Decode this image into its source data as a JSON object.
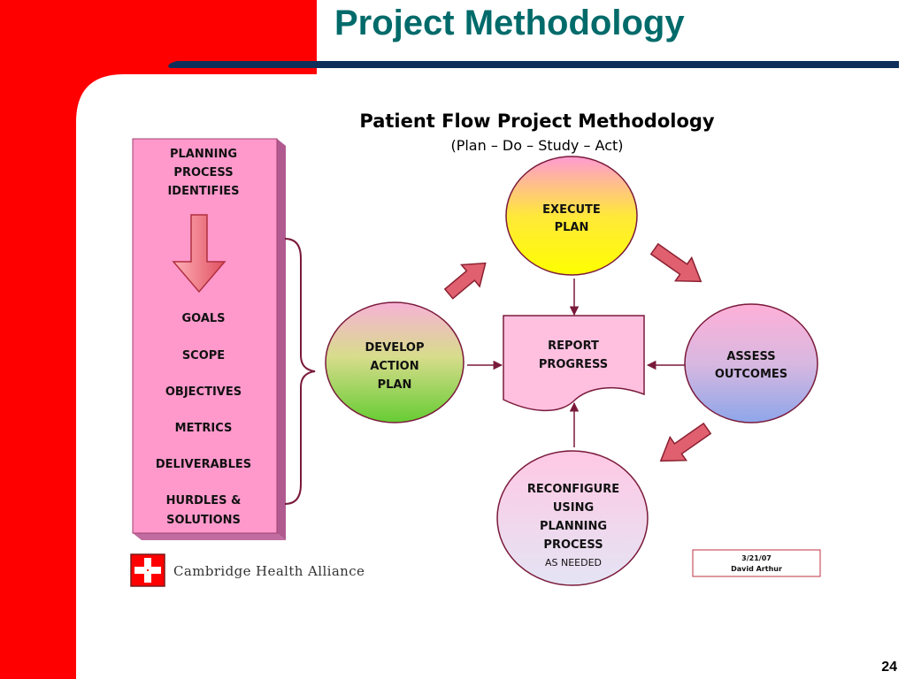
{
  "slide": {
    "title": "Project Methodology",
    "page_number": "24"
  },
  "diagram": {
    "title": "Patient Flow Project Methodology",
    "subtitle": "(Plan – Do – Study – Act)",
    "planning_box": {
      "header": [
        "PLANNING",
        "PROCESS",
        "IDENTIFIES"
      ],
      "items": [
        "GOALS",
        "SCOPE",
        "OBJECTIVES",
        "METRICS",
        "DELIVERABLES"
      ],
      "last_item": [
        "HURDLES &",
        "SOLUTIONS"
      ]
    },
    "nodes": {
      "develop": [
        "DEVELOP",
        "ACTION",
        "PLAN"
      ],
      "execute": [
        "EXECUTE",
        "PLAN"
      ],
      "report": [
        "REPORT",
        "PROGRESS"
      ],
      "assess": [
        "ASSESS",
        "OUTCOMES"
      ],
      "reconfigure": [
        "RECONFIGURE",
        "USING",
        "PLANNING",
        "PROCESS"
      ],
      "reconfigure_note": "AS NEEDED"
    },
    "logo_text": "Cambridge Health Alliance",
    "date_box": {
      "date": "3/21/07",
      "author": "David Arthur"
    }
  },
  "colors": {
    "red_band": "#ff0000",
    "title_teal": "#006a6a",
    "rule_navy": "#0d2f5a",
    "pink_box": "#ff99cc",
    "arrow_red": "#e06070",
    "maroon": "#7a1a3a"
  },
  "icons": {
    "logo": "cross-logo-icon"
  }
}
